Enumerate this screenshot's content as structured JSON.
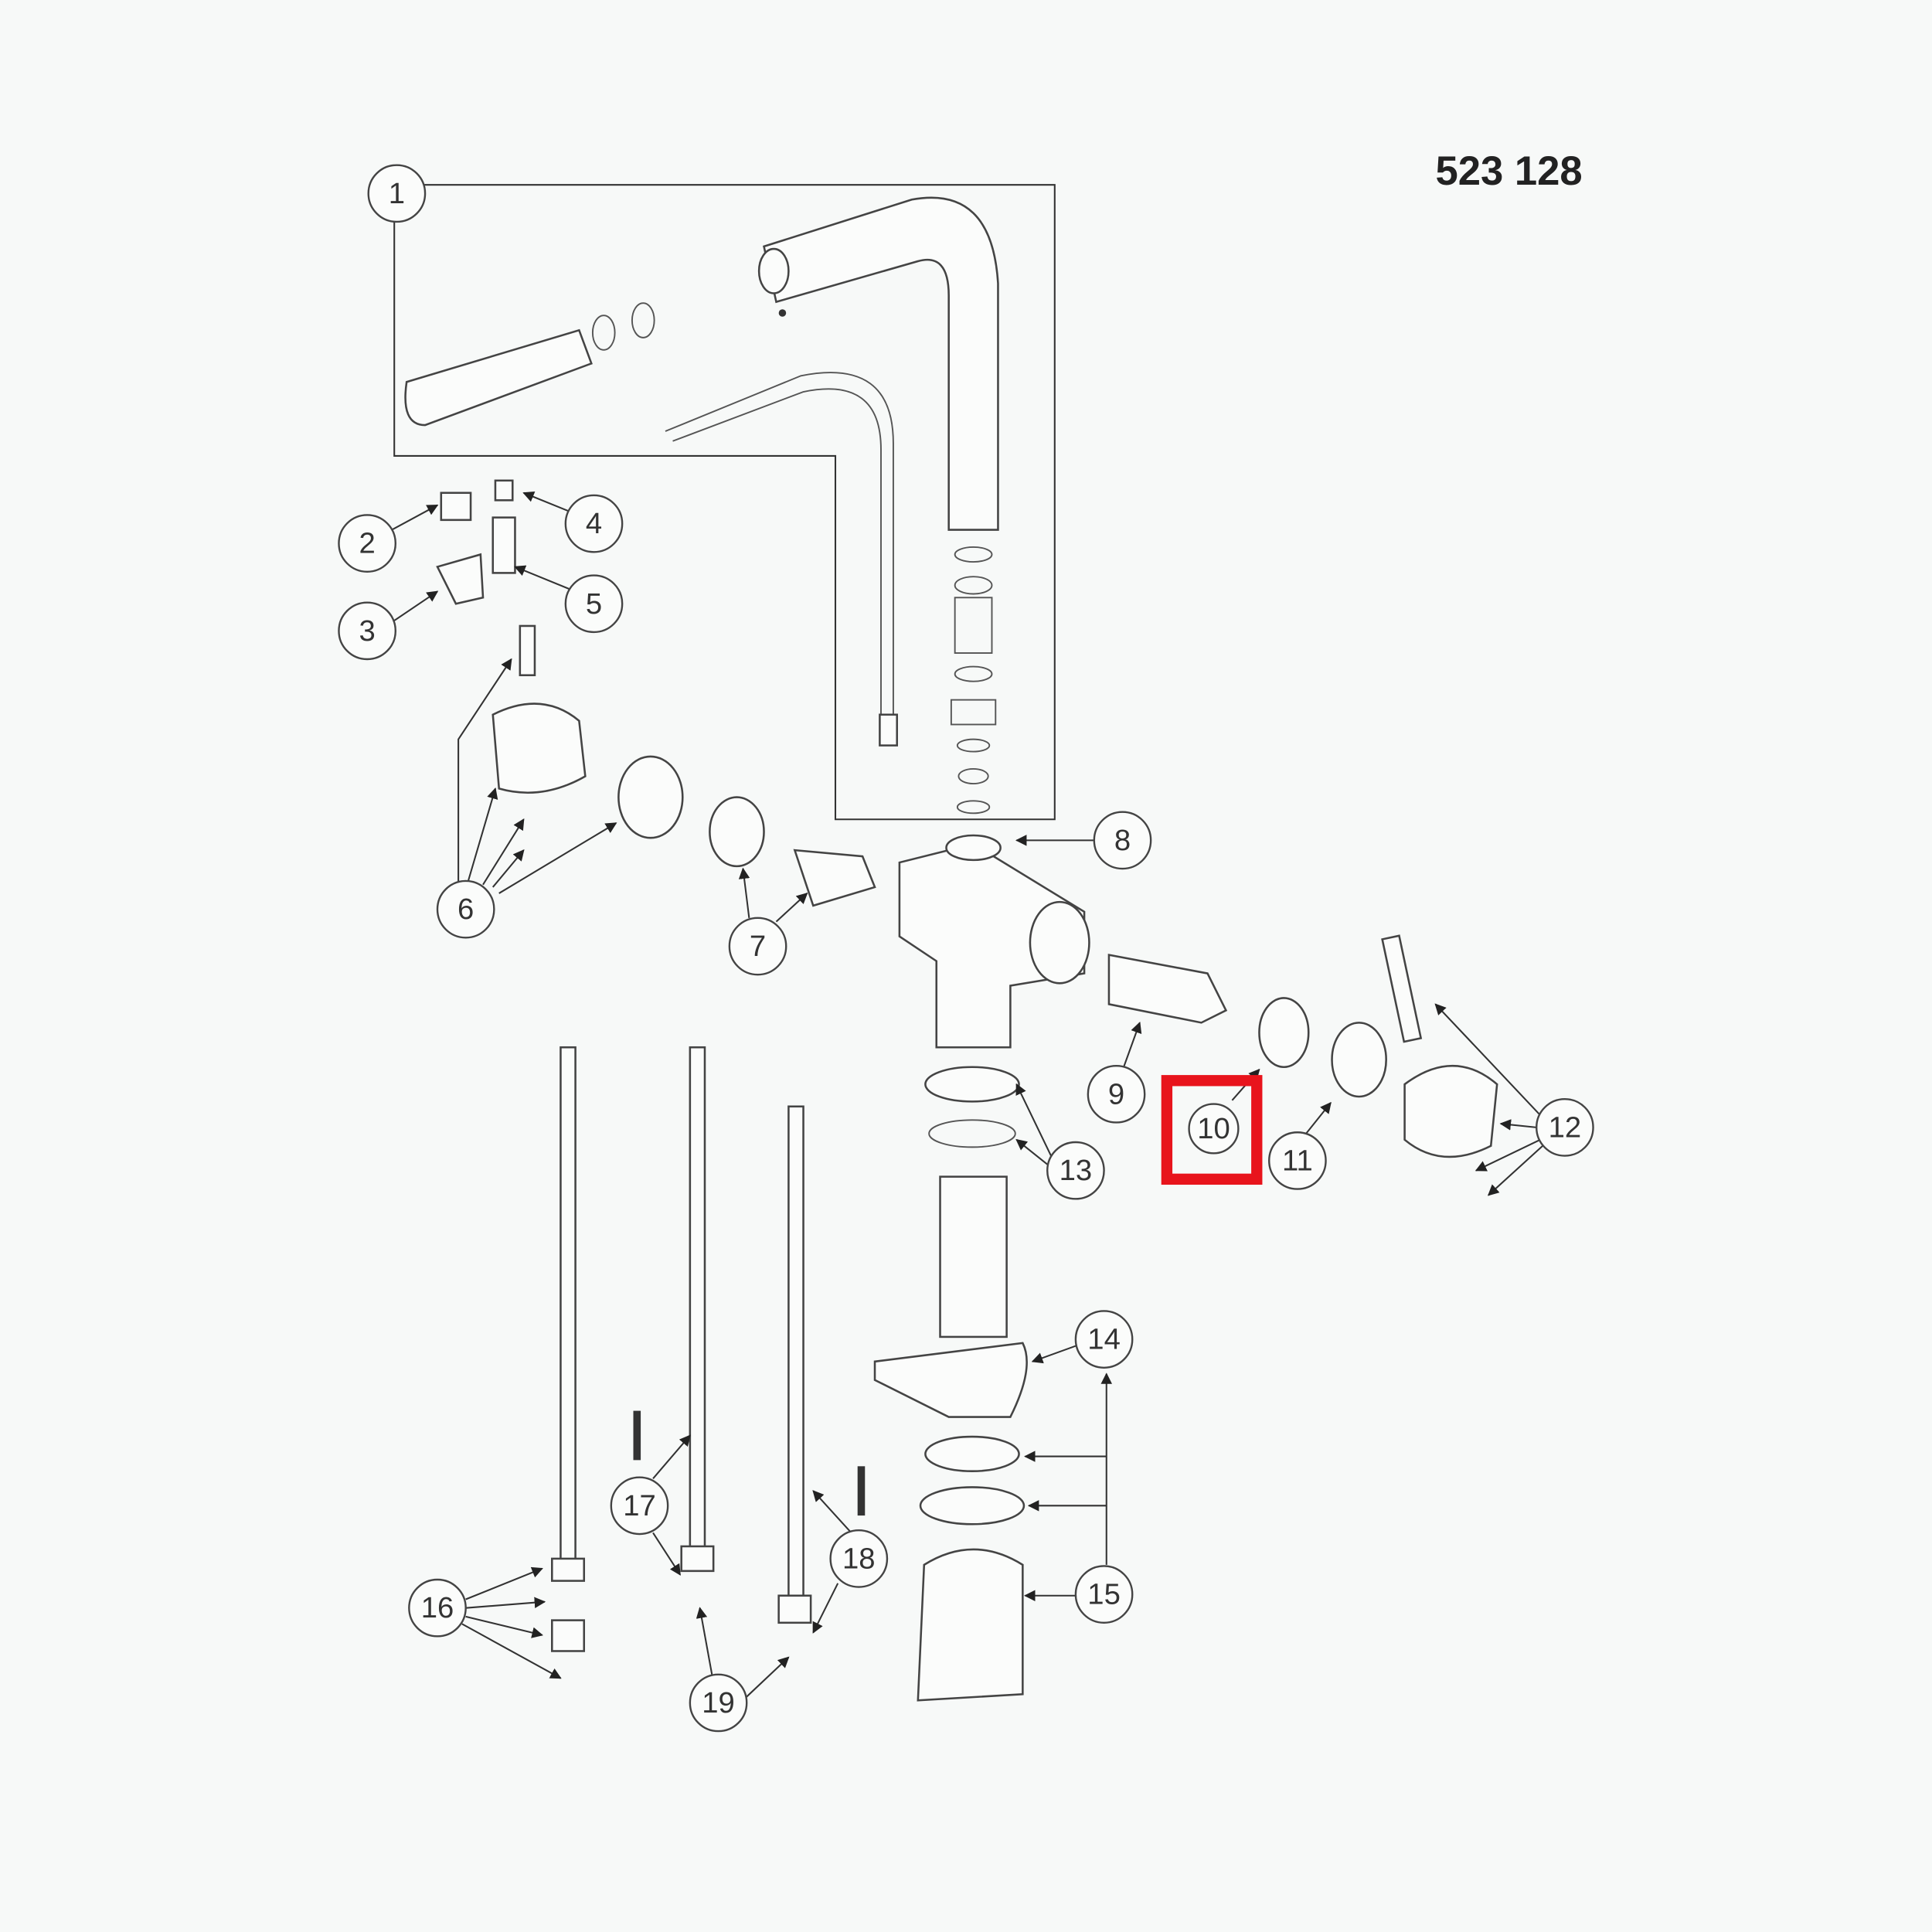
{
  "diagram": {
    "part_number": "523 128",
    "highlight_color": "#e8141c",
    "highlighted_callout": "10",
    "callouts": [
      "1",
      "2",
      "3",
      "4",
      "5",
      "6",
      "7",
      "8",
      "9",
      "10",
      "11",
      "12",
      "13",
      "14",
      "15",
      "16",
      "17",
      "18",
      "19"
    ]
  }
}
